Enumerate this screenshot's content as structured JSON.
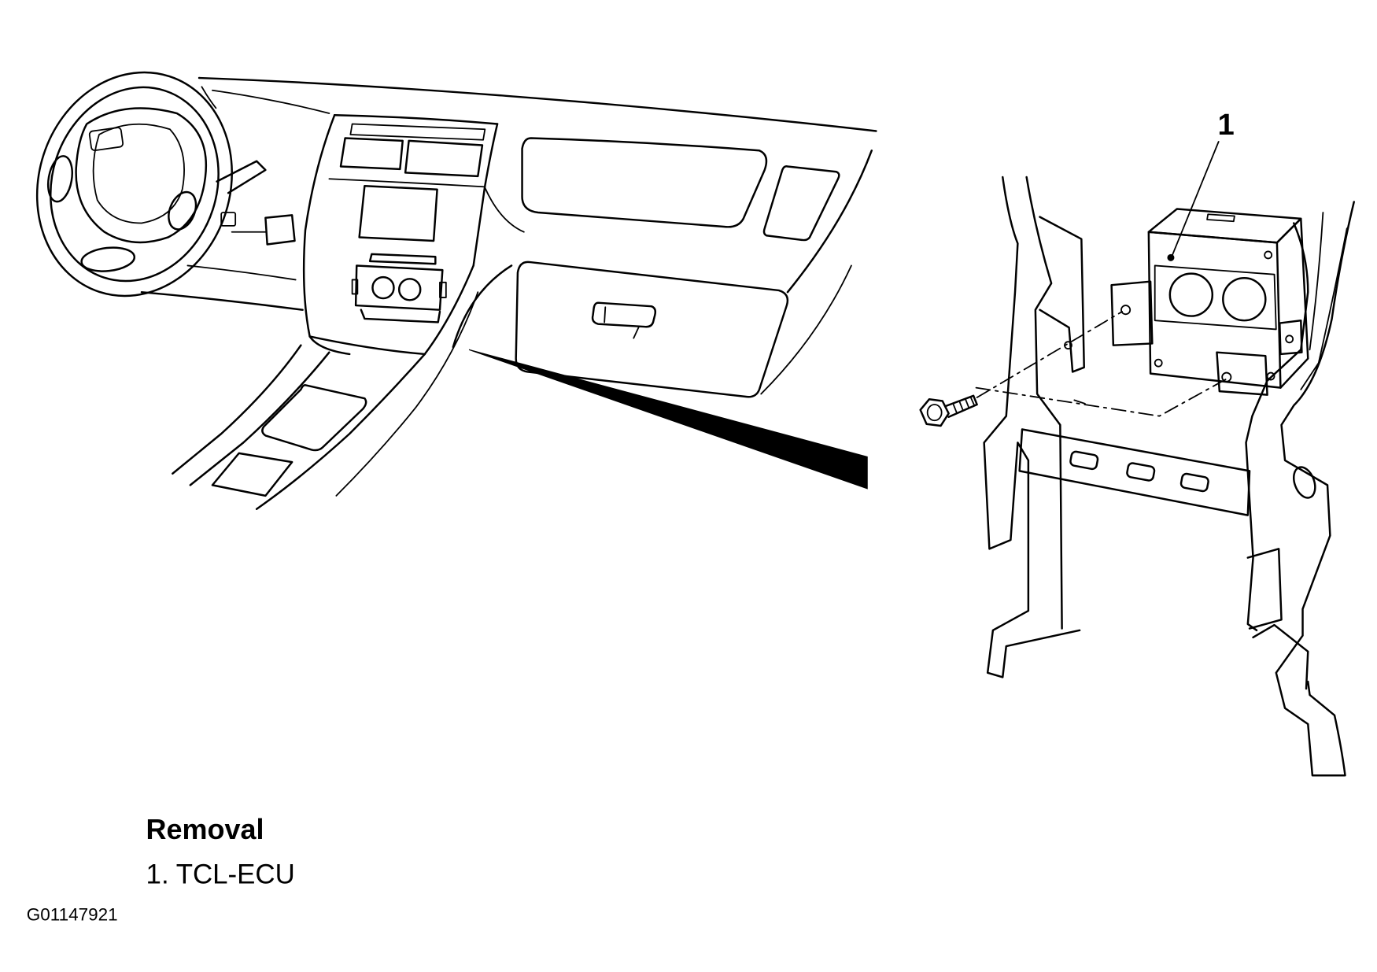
{
  "figure": {
    "callouts": [
      {
        "number": "1"
      }
    ],
    "legend": {
      "title": "Removal",
      "items": [
        {
          "text": "1. TCL-ECU"
        }
      ]
    },
    "figure_code": "G01147921"
  },
  "colors": {
    "line": "#000000",
    "background": "#ffffff"
  }
}
